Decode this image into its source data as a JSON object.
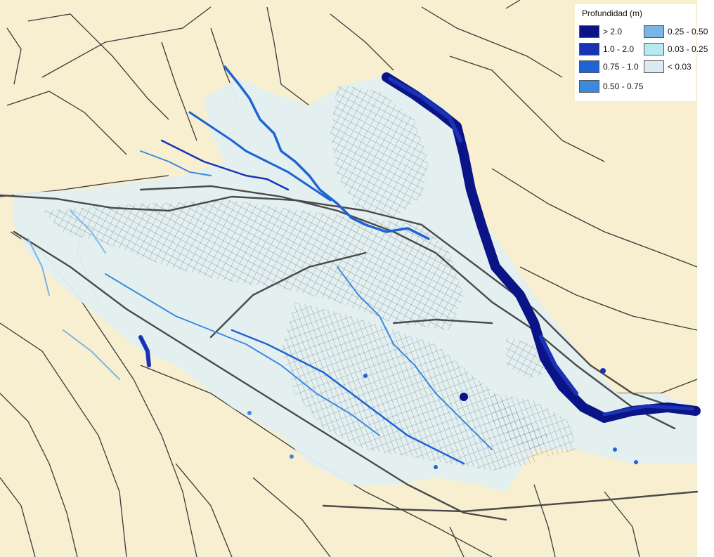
{
  "legend": {
    "title": "Profundidad (m)",
    "classes": [
      {
        "label": "> 2.0",
        "color": "#0a1487"
      },
      {
        "label": "1.0 - 2.0",
        "color": "#1a33b5"
      },
      {
        "label": "0.75 - 1.0",
        "color": "#1f63d4"
      },
      {
        "label": "0.50 - 0.75",
        "color": "#3a8be0"
      },
      {
        "label": "0.25 - 0.50",
        "color": "#79b6e6"
      },
      {
        "label": "0.03 - 0.25",
        "color": "#b8e8f0"
      },
      {
        "label": "< 0.03",
        "color": "#dcebf1"
      }
    ]
  },
  "colors": {
    "land": "#f7efcf",
    "flood_plain": "#e3eff1",
    "road_major": "#4a4a4a",
    "road_minor": "#3a3a3a",
    "street_grid": "#7a8a98"
  }
}
